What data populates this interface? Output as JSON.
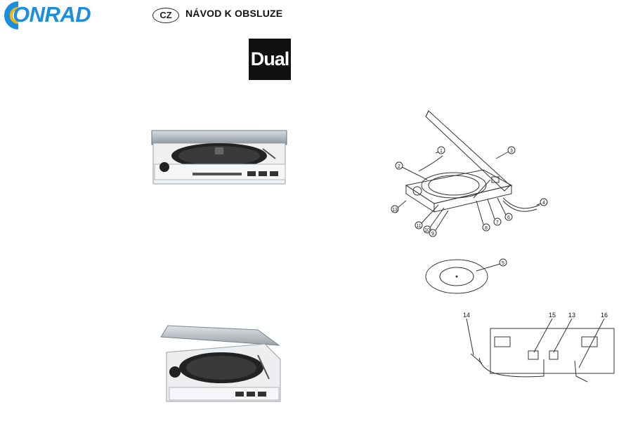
{
  "header": {
    "brand_logo_text": "ONRAD",
    "language_badge": "CZ",
    "title": "NÁVOD K OBSLUZE",
    "product_logo_text": "Dual"
  },
  "diagram_top": {
    "callouts": [
      "1",
      "2",
      "3",
      "4",
      "5",
      "6",
      "7",
      "8",
      "9",
      "10",
      "11",
      "13"
    ]
  },
  "diagram_back": {
    "callouts": [
      "14",
      "15",
      "13",
      "16"
    ]
  }
}
